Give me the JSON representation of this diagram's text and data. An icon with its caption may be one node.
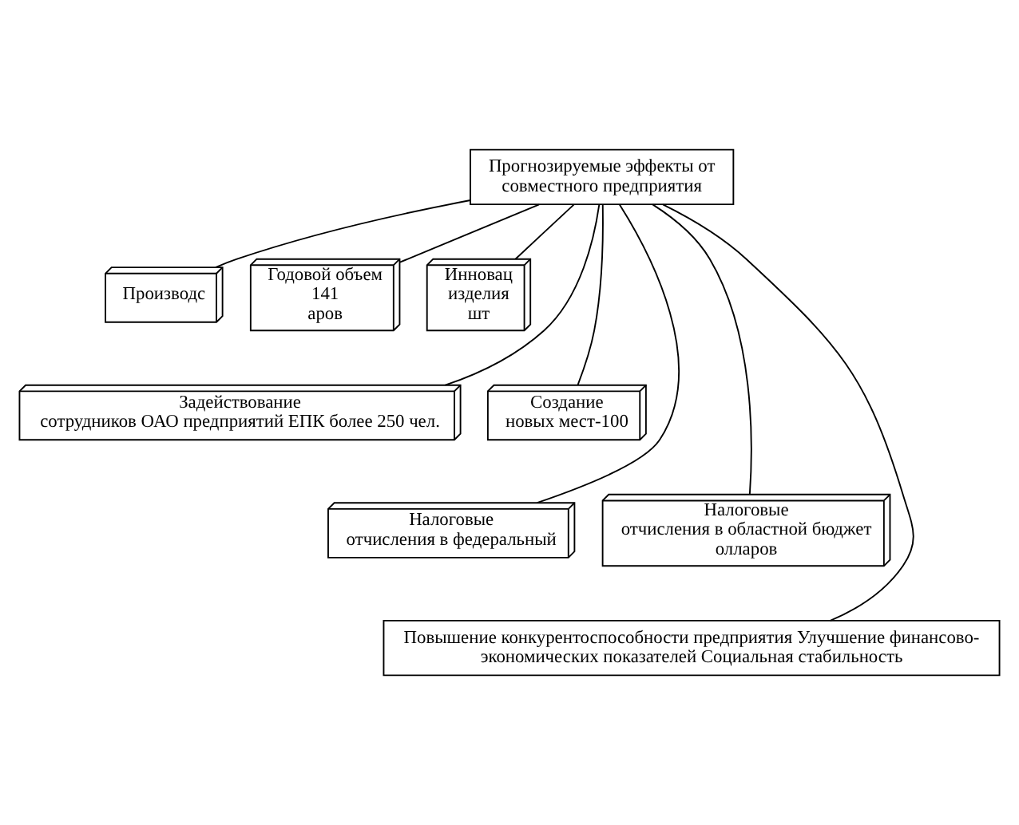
{
  "diagram": {
    "nodes": [
      {
        "text": [
          "Прогнозируемые эффекты от",
          "совместного предприятия"
        ]
      },
      {
        "text": [
          "Производс"
        ]
      },
      {
        "text": [
          "Годовой объем",
          "141",
          "аров"
        ]
      },
      {
        "text": [
          "Инновац",
          "изделия",
          "шт"
        ]
      },
      {
        "text": [
          "Задействование",
          "сотрудников ОАО предприятий ЕПК более 250 чел."
        ]
      },
      {
        "text": [
          "Создание",
          "новых мест-100"
        ]
      },
      {
        "text": [
          "Налоговые",
          "отчисления в федеральный"
        ]
      },
      {
        "text": [
          "Налоговые",
          "отчисления в областной бюджет",
          "олларов"
        ]
      },
      {
        "text": [
          "Повышение конкурентоспособности предприятия Улучшение финансово-",
          "экономических показателей Социальная стабильность"
        ]
      }
    ],
    "edges": [
      {
        "from": 0,
        "to": 1,
        "arrow": "none"
      },
      {
        "from": 0,
        "to": 2,
        "arrow": "none"
      },
      {
        "from": 0,
        "to": 3,
        "arrow": "none"
      },
      {
        "from": 0,
        "to": 4,
        "arrow": "none"
      },
      {
        "from": 0,
        "to": 5,
        "arrow": "none"
      },
      {
        "from": 0,
        "to": 6,
        "arrow": "none"
      },
      {
        "from": 0,
        "to": 7,
        "arrow": "none"
      },
      {
        "from": 0,
        "to": 8,
        "arrow": "none"
      }
    ]
  }
}
